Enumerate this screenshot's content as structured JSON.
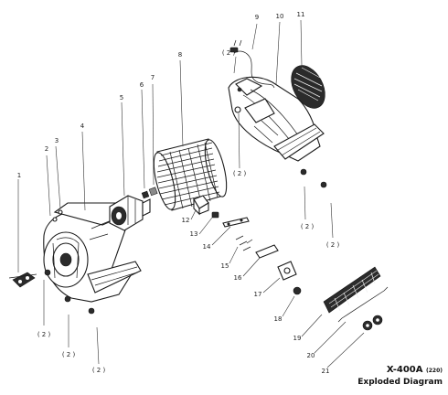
{
  "diagram": {
    "caption": {
      "model": "X-400A",
      "voltage": "(220)",
      "subtitle": "Exploded Diagram"
    },
    "part_numbers": [
      "1",
      "2",
      "3",
      "4",
      "5",
      "6",
      "7",
      "8",
      "9",
      "10",
      "11",
      "12",
      "13",
      "14",
      "15",
      "16",
      "17",
      "18",
      "19",
      "20",
      "21"
    ],
    "quantity_label": "( 2 )"
  }
}
